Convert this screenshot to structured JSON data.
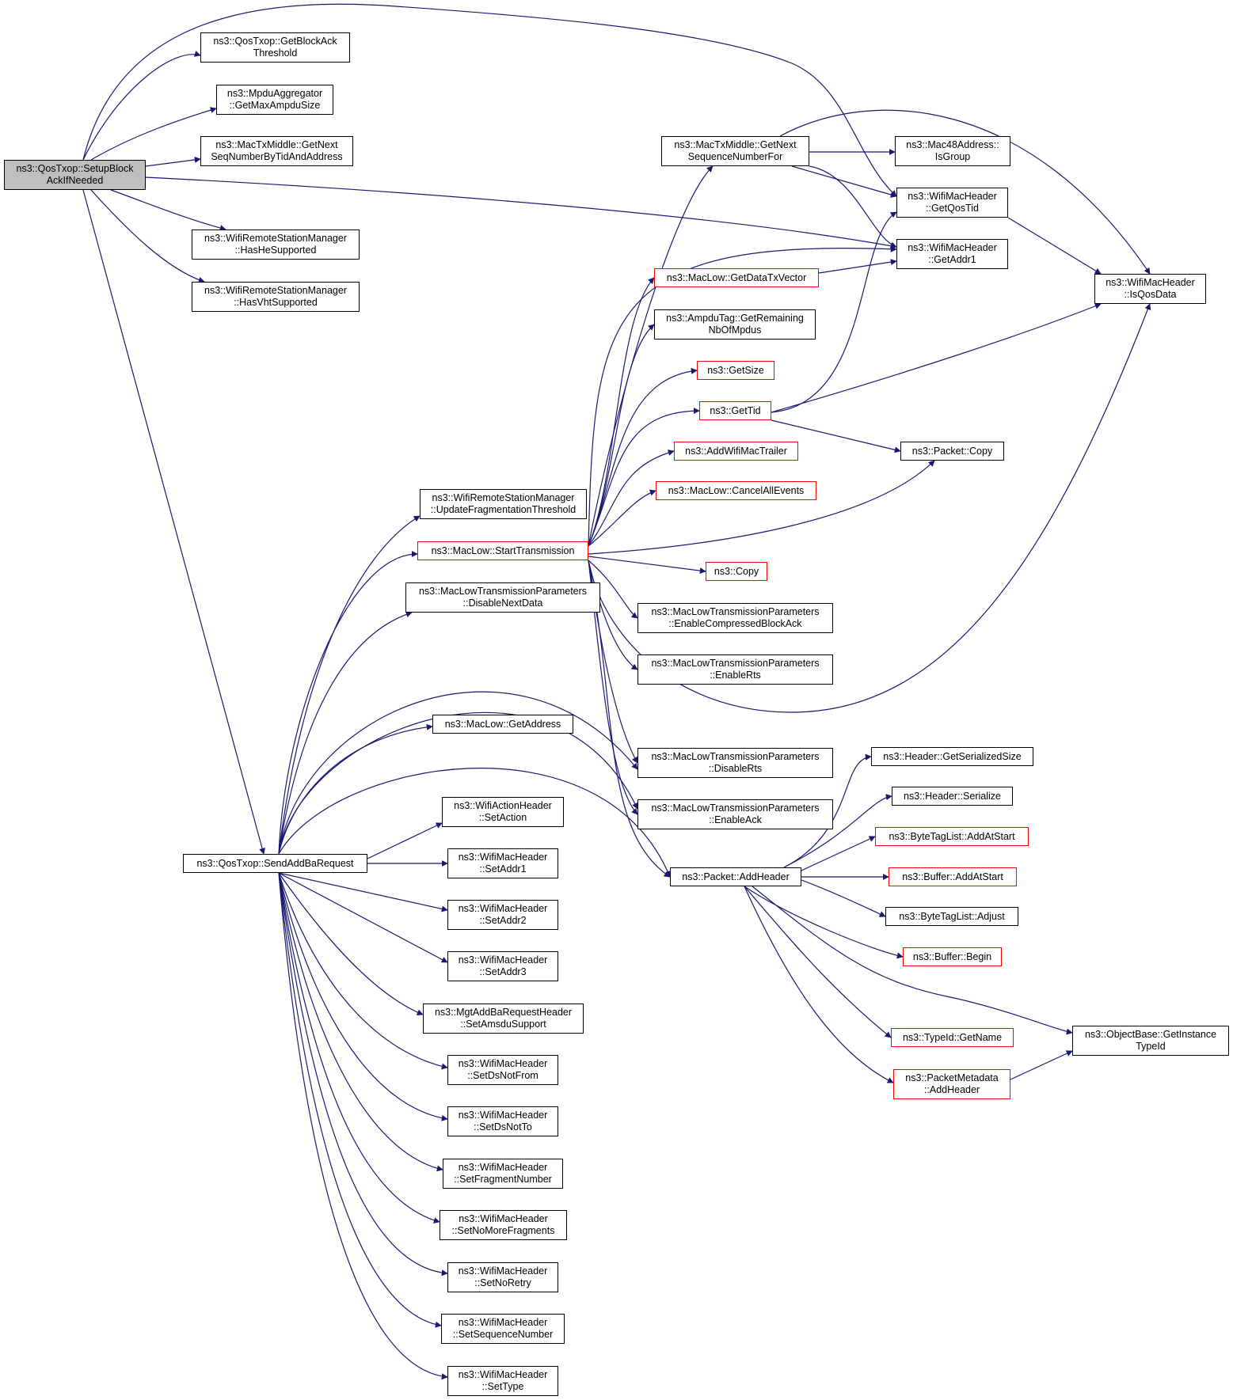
{
  "colors": {
    "edge": "#191970",
    "border": "#000000",
    "incomplete_border": "#ff0000",
    "root_fill": "#bfbfbf"
  },
  "nodes": {
    "setupblockack": {
      "l1": "ns3::QosTxop::SetupBlock",
      "l2": "AckIfNeeded"
    },
    "getblockackthr": {
      "l1": "ns3::QosTxop::GetBlockAck",
      "l2": "Threshold"
    },
    "getmaxampdusize": {
      "l1": "ns3::MpduAggregator",
      "l2": "::GetMaxAmpduSize"
    },
    "getnextseqbytid": {
      "l1": "ns3::MacTxMiddle::GetNext",
      "l2": "SeqNumberByTidAndAddress"
    },
    "hashesupported": {
      "l1": "ns3::WifiRemoteStationManager",
      "l2": "::HasHeSupported"
    },
    "hasvhtsupported": {
      "l1": "ns3::WifiRemoteStationManager",
      "l2": "::HasVhtSupported"
    },
    "sendaddbarequest": {
      "l1": "ns3::QosTxop::SendAddBaRequest"
    },
    "updatefragthr": {
      "l1": "ns3::WifiRemoteStationManager",
      "l2": "::UpdateFragmentationThreshold"
    },
    "starttransmission": {
      "l1": "ns3::MacLow::StartTransmission"
    },
    "disablenextdata": {
      "l1": "ns3::MacLowTransmissionParameters",
      "l2": "::DisableNextData"
    },
    "getaddress": {
      "l1": "ns3::MacLow::GetAddress"
    },
    "setaction": {
      "l1": "ns3::WifiActionHeader",
      "l2": "::SetAction"
    },
    "setaddr1": {
      "l1": "ns3::WifiMacHeader",
      "l2": "::SetAddr1"
    },
    "setaddr2": {
      "l1": "ns3::WifiMacHeader",
      "l2": "::SetAddr2"
    },
    "setaddr3": {
      "l1": "ns3::WifiMacHeader",
      "l2": "::SetAddr3"
    },
    "setamsdusupport": {
      "l1": "ns3::MgtAddBaRequestHeader",
      "l2": "::SetAmsduSupport"
    },
    "setdsnotfrom": {
      "l1": "ns3::WifiMacHeader",
      "l2": "::SetDsNotFrom"
    },
    "setdsnotto": {
      "l1": "ns3::WifiMacHeader",
      "l2": "::SetDsNotTo"
    },
    "setfragnum": {
      "l1": "ns3::WifiMacHeader",
      "l2": "::SetFragmentNumber"
    },
    "setnomorefrag": {
      "l1": "ns3::WifiMacHeader",
      "l2": "::SetNoMoreFragments"
    },
    "setnoretry": {
      "l1": "ns3::WifiMacHeader",
      "l2": "::SetNoRetry"
    },
    "setseqnum": {
      "l1": "ns3::WifiMacHeader",
      "l2": "::SetSequenceNumber"
    },
    "settype": {
      "l1": "ns3::WifiMacHeader",
      "l2": "::SetType"
    },
    "getnextseqfor": {
      "l1": "ns3::MacTxMiddle::GetNext",
      "l2": "SequenceNumberFor"
    },
    "getdatatxvector": {
      "l1": "ns3::MacLow::GetDataTxVector"
    },
    "getremainingnbofmpdus": {
      "l1": "ns3::AmpduTag::GetRemaining",
      "l2": "NbOfMpdus"
    },
    "getsize": {
      "l1": "ns3::GetSize"
    },
    "gettid": {
      "l1": "ns3::GetTid"
    },
    "addwifimactrailer": {
      "l1": "ns3::AddWifiMacTrailer"
    },
    "cancelallevents": {
      "l1": "ns3::MacLow::CancelAllEvents"
    },
    "copy": {
      "l1": "ns3::Copy"
    },
    "enablecompressedba": {
      "l1": "ns3::MacLowTransmissionParameters",
      "l2": "::EnableCompressedBlockAck"
    },
    "enablerts": {
      "l1": "ns3::MacLowTransmissionParameters",
      "l2": "::EnableRts"
    },
    "disablerts": {
      "l1": "ns3::MacLowTransmissionParameters",
      "l2": "::DisableRts"
    },
    "enableack": {
      "l1": "ns3::MacLowTransmissionParameters",
      "l2": "::EnableAck"
    },
    "addheader": {
      "l1": "ns3::Packet::AddHeader"
    },
    "isgroup": {
      "l1": "ns3::Mac48Address::",
      "l2": "IsGroup"
    },
    "getqostid": {
      "l1": "ns3::WifiMacHeader",
      "l2": "::GetQosTid"
    },
    "getaddr1": {
      "l1": "ns3::WifiMacHeader",
      "l2": "::GetAddr1"
    },
    "isqosdata": {
      "l1": "ns3::WifiMacHeader",
      "l2": "::IsQosData"
    },
    "packetcopy": {
      "l1": "ns3::Packet::Copy"
    },
    "getserializedsize": {
      "l1": "ns3::Header::GetSerializedSize"
    },
    "serialize": {
      "l1": "ns3::Header::Serialize"
    },
    "bytetaglistaddatstart": {
      "l1": "ns3::ByteTagList::AddAtStart"
    },
    "bufferaddatstart": {
      "l1": "ns3::Buffer::AddAtStart"
    },
    "adjust": {
      "l1": "ns3::ByteTagList::Adjust"
    },
    "begin": {
      "l1": "ns3::Buffer::Begin"
    },
    "getname": {
      "l1": "ns3::TypeId::GetName"
    },
    "pmaddheader": {
      "l1": "ns3::PacketMetadata",
      "l2": "::AddHeader"
    },
    "getinstancetypeid": {
      "l1": "ns3::ObjectBase::GetInstance",
      "l2": "TypeId"
    }
  }
}
